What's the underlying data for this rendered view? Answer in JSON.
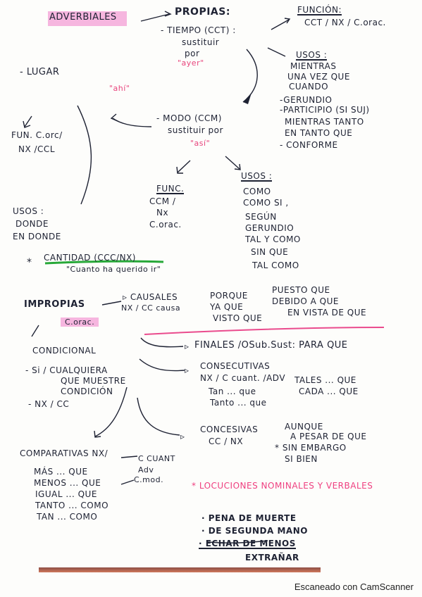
{
  "notes": {
    "adverbiales": "ADVERBIALES",
    "propias": "PROPIAS:",
    "funcion": "FUNCIÓN:",
    "funcion_val": "CCT / NX  / C.orac.",
    "tiempo": "- TIEMPO (CCT) :",
    "sustituir1": "sustituir",
    "por1": "por",
    "ayer": "\"ayer\"",
    "usos1": "USOS :",
    "usos1_items": [
      "MIENTRAS",
      "UNA VEZ QUE",
      "CUANDO"
    ],
    "gerundio": "-GERUNDIO",
    "participio": "-PARTICIPIO (SI SUJ)",
    "mientras_tanto": "MIENTRAS TANTO",
    "en_tanto": "EN TANTO QUE",
    "conforme": "- CONFORME",
    "lugar": "- LUGAR",
    "ahi": "\"ahí\"",
    "modo": "- MODO (CCM)",
    "sustituir2": "sustituir por",
    "asi": "\"así\"",
    "fun_lugar": [
      "FUN. C.orc/",
      "NX /CCL"
    ],
    "usos_lugar_title": "USOS :",
    "usos_lugar": [
      "DONDE",
      "EN DONDE"
    ],
    "func_modo_title": "FUNC.",
    "func_modo": [
      "CCM /",
      "Nx",
      "C.orac."
    ],
    "usos_modo_title": "USOS :",
    "usos_modo": [
      "COMO",
      "COMO SI ,",
      "SEGÚN",
      "GERUNDIO",
      "TAL Y COMO",
      "SIN QUE",
      "TAL COMO"
    ],
    "cantidad": "CANTIDAD (CCC/NX)",
    "cantidad_ex": "\"Cuanto ha querido ir\"",
    "star": "*",
    "impropias": "IMPROPIAS",
    "corac": "C.orac.",
    "causales": "▹ CAUSALES",
    "causales_fn": "NX / CC causa",
    "causales_words": [
      "PORQUE",
      "YA QUE",
      "VISTO QUE"
    ],
    "causales_words2": [
      "PUESTO QUE",
      "DEBIDO A QUE",
      "EN VISTA DE QUE"
    ],
    "condicional": "CONDICIONAL",
    "condicional_items": [
      "- Si / CUALQUIERA",
      "QUE MUESTRE",
      "CONDICIÓN"
    ],
    "condicional_fn": "- NX / CC",
    "finales": "FINALES /OSub.Sust: PARA QUE",
    "consecutivas": "CONSECUTIVAS",
    "consecutivas_fn": "NX / C cuant. /ADV",
    "consec_ex": [
      "Tan ... que",
      "Tanto ... que"
    ],
    "consec_ex2": [
      "TALES ... QUE",
      "CADA ... QUE"
    ],
    "concesivas": "CONCESIVAS",
    "concesivas_fn": "CC / NX",
    "concesivas_words": [
      "AUNQUE",
      "A PESAR DE QUE",
      "* SIN EMBARGO",
      "SI BIEN"
    ],
    "comparativas": "COMPARATIVAS  NX/",
    "comparativas_fn": [
      "C CUANT",
      "Adv",
      "C.mod."
    ],
    "comp_words": [
      "MÁS ... QUE",
      "MENOS ... QUE",
      "IGUAL ... QUE",
      "TANTO ... COMO",
      "TAN ... COMO"
    ],
    "locuciones": "* LOCUCIONES NOMINALES Y VERBALES",
    "locuciones_items": [
      "· PENA DE MUERTE",
      "· DE SEGUNDA MANO",
      "· ECHAR DE MENOS",
      "EXTRAÑAR"
    ]
  },
  "watermark": "Escaneado con CamScanner"
}
